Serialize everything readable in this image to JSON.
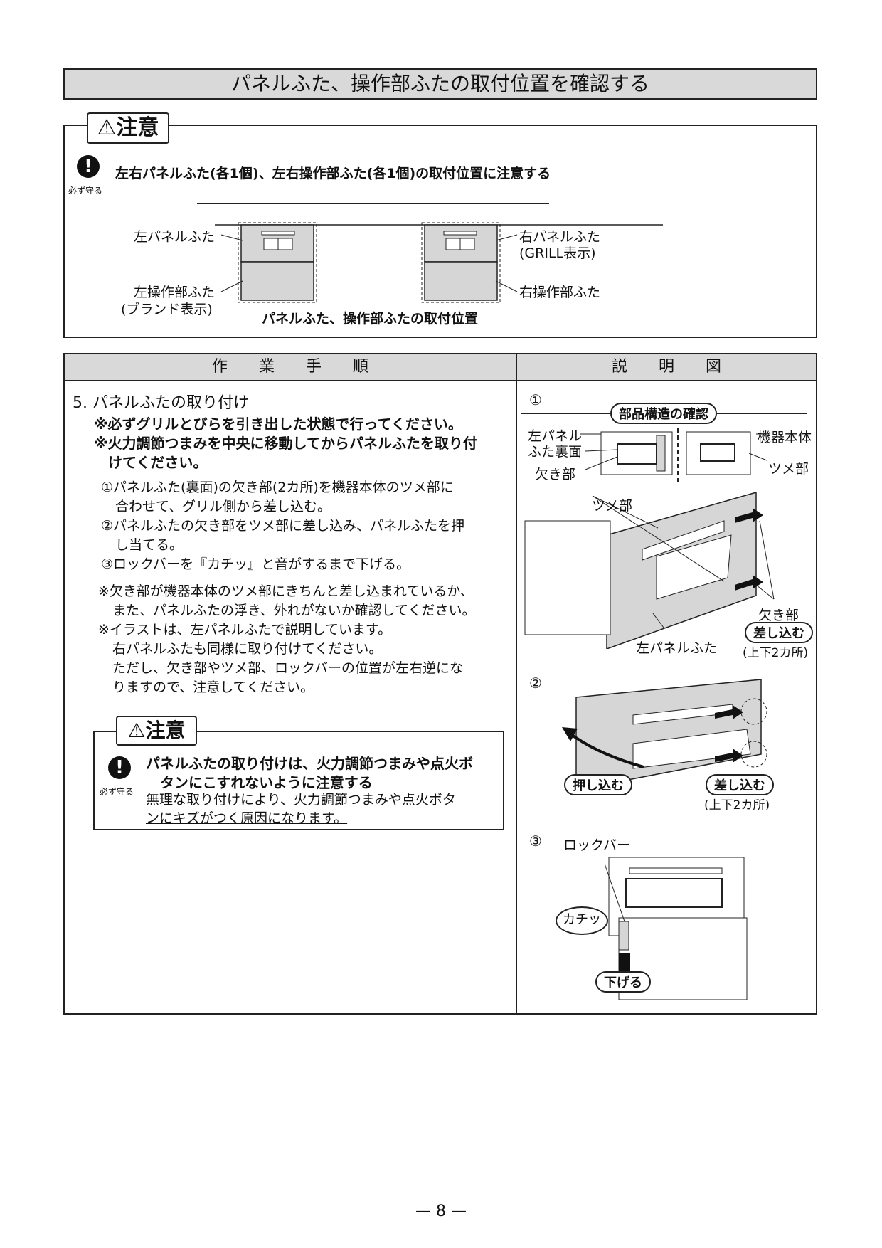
{
  "title": "パネルふた、操作部ふたの取付位置を確認する",
  "caution": {
    "tag": "⚠注意",
    "must_label": "必ず守る",
    "message": "左右パネルふた(各1個)、左右操作部ふた(各1個)の取付位置に注意する",
    "diagram": {
      "left_panel": "左パネルふた",
      "left_control_1": "左操作部ふた",
      "left_control_2": "(ブランド表示)",
      "right_panel_1": "右パネルふた",
      "right_panel_2": "(GRILL表示)",
      "right_control": "右操作部ふた",
      "caption": "パネルふた、操作部ふたの取付位置"
    }
  },
  "table": {
    "header_left": "作　　業　　手　　順",
    "header_right": "説　　明　　図",
    "step_title": "5. パネルふたの取り付け",
    "bold_notes": [
      "※必ずグリルとびらを引き出した状態で行ってください。",
      "※火力調節つまみを中央に移動してからパネルふたを取り付",
      "けてください。"
    ],
    "steps": [
      "①パネルふた(裏面)の欠き部(2カ所)を機器本体のツメ部に",
      "合わせて、グリル側から差し込む。",
      "②パネルふたの欠き部をツメ部に差し込み、パネルふたを押",
      "し当てる。",
      "③ロックバーを『カチッ』と音がするまで下げる。"
    ],
    "notes": [
      "※欠き部が機器本体のツメ部にきちんと差し込まれているか、",
      "また、パネルふたの浮き、外れがないか確認してください。",
      "※イラストは、左パネルふたで説明しています。",
      "右パネルふたも同様に取り付けてください。",
      "ただし、欠き部やツメ部、ロックバーの位置が左右逆にな",
      "りますので、注意してください。"
    ],
    "inner_caution": {
      "tag": "⚠注意",
      "must_label": "必ず守る",
      "bold_1": "パネルふたの取り付けは、火力調節つまみや点火ボ",
      "bold_2": "タンにこすれないように注意する",
      "text_1": "無理な取り付けにより、火力調節つまみや点火ボタ",
      "text_2": "ンにキズがつく原因になります。"
    }
  },
  "figures": {
    "fig1": {
      "num": "①",
      "pill": "部品構造の確認",
      "left_panel_back_1": "左パネル",
      "left_panel_back_2": "ふた裏面",
      "notch": "欠き部",
      "body": "機器本体",
      "claw_right": "ツメ部",
      "claw_top": "ツメ部",
      "notch_2": "欠き部",
      "insert": "差し込む",
      "count": "(上下2カ所)",
      "left_panel": "左パネルふた"
    },
    "fig2": {
      "num": "②",
      "push": "押し込む",
      "insert": "差し込む",
      "count": "(上下2カ所)"
    },
    "fig3": {
      "num": "③",
      "lockbar": "ロックバー",
      "click": "カチッ",
      "lower": "下げる"
    }
  },
  "page_number": "— 8 —"
}
